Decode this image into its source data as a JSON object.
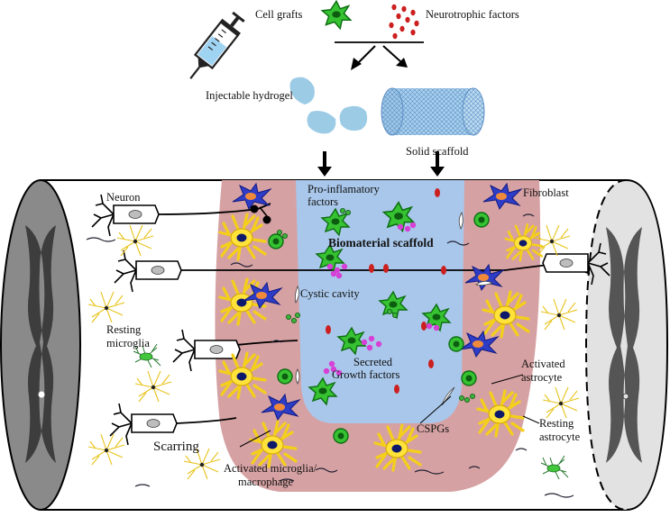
{
  "labels": {
    "cell_grafts": "Cell grafts",
    "neurotrophic_factors": "Neurotrophic factors",
    "injectable_hydrogel": "Injectable hydrogel",
    "solid_scaffold": "Solid scaffold",
    "neuron": "Neuron",
    "pro_inflammatory_line1": "Pro-inflamatory",
    "pro_inflammatory_line2": "factors",
    "fibroblast": "Fibroblast",
    "biomaterial_scaffold": "Biomaterial scaffold",
    "cystic_cavity": "Cystic cavity",
    "resting_microglia_line1": "Resting",
    "resting_microglia_line2": "microglia",
    "secreted_line1": "Secreted",
    "secreted_line2": "Growth factors",
    "activated_astrocyte_line1": "Activated",
    "activated_astrocyte_line2": "astrocyte",
    "resting_astrocyte_line1": "Resting",
    "resting_astrocyte_line2": "astrocyte",
    "scarring": "Scarring",
    "cspgs": "CSPGs",
    "activated_microglia_line1": "Activated microglia/",
    "activated_microglia_line2": "macrophage"
  },
  "colors": {
    "scar": "#d6a1a3",
    "scaffold": "#a9c7ea",
    "gray_matter": "#555555",
    "cord_end_left": "#8a8a8a",
    "cord_end_right": "#e2e2e2",
    "astrocyte": "#ffe33a",
    "microglia": "#2fb52f",
    "fibroblast": "#2e3cc6",
    "neurotrophic": "#cc1f1f",
    "growth_factor": "#d640d6"
  },
  "icons": [
    "syringe-icon",
    "hydrogel-icon",
    "scaffold-cylinder-icon",
    "cell-graft-icon"
  ]
}
